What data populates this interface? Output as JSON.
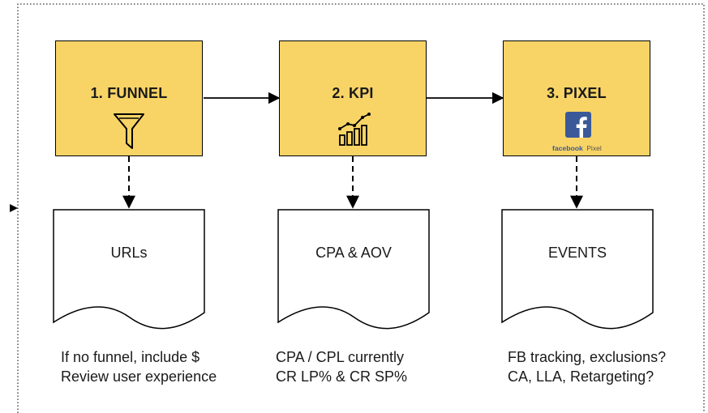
{
  "steps": [
    {
      "title": "1. FUNNEL",
      "icon": "funnel-icon",
      "doc_label": "URLs",
      "notes": [
        "If no funnel, include $",
        "Review user experience"
      ]
    },
    {
      "title": "2. KPI",
      "icon": "rising-bar-chart-icon",
      "doc_label": "CPA & AOV",
      "notes": [
        "CPA / CPL currently",
        "CR LP% & CR SP%"
      ]
    },
    {
      "title": "3. PIXEL",
      "icon": "facebook-pixel-logo",
      "doc_label": "EVENTS",
      "notes": [
        "FB tracking, exclusions?",
        "CA, LLA, Retargeting?"
      ]
    }
  ],
  "facebook_logo_text": {
    "brand": "facebook",
    "suffix": "Pixel"
  },
  "colors": {
    "box_fill": "#f8d466",
    "stroke": "#000000",
    "facebook_blue": "#3b5998"
  }
}
